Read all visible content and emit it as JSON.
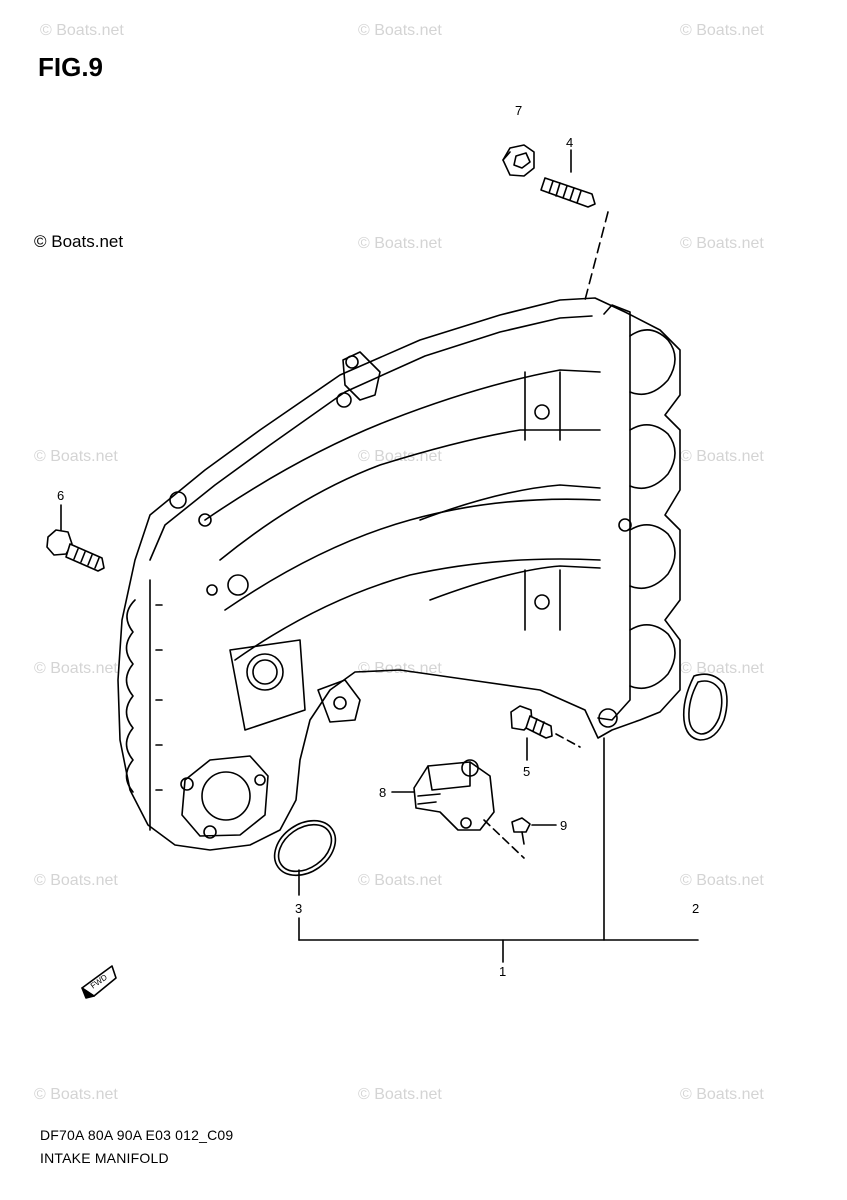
{
  "figure_title": "FIG.9",
  "copyright": "© Boats.net",
  "watermark_text": "© Boats.net",
  "footer": {
    "model_code": "DF70A 80A 90A E03 012_C09",
    "section_name": "INTAKE MANIFOLD"
  },
  "callouts": {
    "c1": "1",
    "c2": "2",
    "c3": "3",
    "c4": "4",
    "c5": "5",
    "c6": "6",
    "c7": "7",
    "c8": "8",
    "c9": "9"
  },
  "fwd_label": "FWD",
  "colors": {
    "line": "#000000",
    "watermark": "#d4d4d4",
    "background": "#ffffff"
  }
}
